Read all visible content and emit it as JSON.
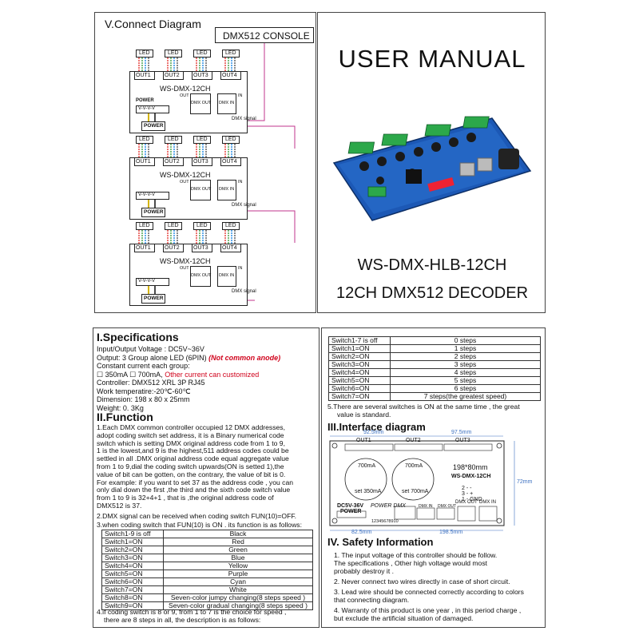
{
  "top_left": {
    "title": "V.Connect Diagram",
    "console": "DMX512 CONSOLE",
    "units": [
      {
        "led": [
          "LED",
          "LED",
          "LED",
          "LED"
        ],
        "outs": [
          "OUT1",
          "OUT2",
          "OUT3",
          "OUT4"
        ],
        "model": "WS-DMX-12CH",
        "power_label": "POWER",
        "power_btn": "POWER",
        "out": "OUT",
        "dmx_out": "DMX OUT",
        "dmx_in": "DMX IN",
        "in": "IN",
        "signal": "DMX  signal",
        "vterm": "V-V-V-V"
      },
      {
        "led": [
          "LED",
          "LED",
          "LED",
          "LED"
        ],
        "outs": [
          "OUT1",
          "OUT2",
          "OUT3",
          "OUT4"
        ],
        "model": "WS-DMX-12CH",
        "power_label": "",
        "power_btn": "POWER",
        "out": "OUT",
        "dmx_out": "DMX OUT",
        "dmx_in": "DMX IN",
        "in": "IN",
        "signal": "DMX  signal",
        "vterm": "V-V-V-V"
      },
      {
        "led": [
          "LED",
          "LED",
          "LED",
          "LED"
        ],
        "outs": [
          "OUT1",
          "OUT2",
          "OUT3",
          "OUT4"
        ],
        "model": "WS-DMX-12CH",
        "power_label": "",
        "power_btn": "POWER",
        "out": "OUT",
        "dmx_out": "DMX OUT",
        "dmx_in": "DMX IN",
        "in": "IN",
        "signal": "DMX  signal",
        "vterm": "V-V-V-V"
      }
    ]
  },
  "top_right": {
    "title": "USER MANUAL",
    "model": "WS-DMX-HLB-12CH",
    "subtitle": "12CH DMX512 DECODER"
  },
  "spec": {
    "heading": "I.Specifications",
    "lines": [
      "Input/Output Voltage : DC5V~36V",
      "Output: 3 Group alone  LED (6PIN) ",
      "Constant current  each group:",
      "☐ 350mA ☐ 700mA, ",
      "Controller: DMX512 XRL 3P  RJ45",
      "Work temperatire:-20℃-60℃",
      "Dimension: 198 x 80 x 25mm",
      "Weight: 0. 3Kg"
    ],
    "not_common": "(Not common anode)",
    "other_current": "Other current can customized"
  },
  "function": {
    "heading": "II.Function",
    "p1": [
      "1.Each DMX common controller occupied 12 DMX addresses,",
      "adopt coding switch set address, it is a Binary numerical code",
      "switch which is setting DMX original address code from 1 to 9,",
      "1 is the lowest,and 9 is the highest,511 address codes  could be",
      "settled  in all .DMX original address code equal aggregate value",
      "from 1 to 9,dial the coding switch upwards(ON is setted 1),the",
      "value of bit can be  gotten, on the contrary, the value of bit is 0.",
      "For example: if you want to set 37 as the address code , you can",
      "only dial down the first ,the third and the  sixth code switch value",
      "from 1 to 9 is 32+4+1  , that is ,the original address  code of",
      "DMX512 is 37."
    ],
    "p2": "2.DMX signal can be received when coding switch FUN(10)=OFF.",
    "p3": "3.when coding switch that FUN(10) is ON . its function is as follows:",
    "table1": [
      [
        "Switch1-9 is off",
        "Black"
      ],
      [
        "Switch1=ON",
        "Red"
      ],
      [
        "Switch2=ON",
        "Green"
      ],
      [
        "Switch3=ON",
        "Blue"
      ],
      [
        "Switch4=ON",
        "Yellow"
      ],
      [
        "Switch5=ON",
        "Purple"
      ],
      [
        "Switch6=ON",
        "Cyan"
      ],
      [
        "Switch7=ON",
        "White"
      ],
      [
        "Switch8=ON",
        "Seven-color jumpy changing(8 steps speed )"
      ],
      [
        "Switch9=ON",
        "Seven-color gradual changing(8 steps speed )"
      ]
    ],
    "p4a": "4.if coding switch is 8 or 9,  from 1 to 7 is the choice for speed ,",
    "p4b": "there are 8 steps in all, the description is as follows:"
  },
  "speed": {
    "table2": [
      [
        "Switch1-7 is off",
        "0 steps"
      ],
      [
        "Switch1=ON",
        "1 steps"
      ],
      [
        "Switch2=ON",
        "2 steps"
      ],
      [
        "Switch3=ON",
        "3 steps"
      ],
      [
        "Switch4=ON",
        "4 steps"
      ],
      [
        "Switch5=ON",
        "5 steps"
      ],
      [
        "Switch6=ON",
        "6 steps"
      ],
      [
        "Switch7=ON",
        "7 steps(the greatest speed)"
      ]
    ],
    "p5a": "5.There are several switches is ON at the same time , the great",
    "p5b": "value is standard."
  },
  "interface": {
    "heading": "III.Interface diagram",
    "dim_top1": "92.5mm",
    "dim_top2": "97.5mm",
    "dim_bottom1": "82.5mm",
    "dim_bottom2": "198.5mm",
    "dim_right": "72mm",
    "out1": "OUT1",
    "out2": "OUT2",
    "out3": "OUT3",
    "size": "198*80mm",
    "model": "WS-DMX-12CH",
    "ma700": "700mA",
    "set350": "set 350mA",
    "set700": "set 700mA",
    "power": "DC5V-36V",
    "power2": "POWER",
    "power_dmx": "POWER DMX",
    "dipnums": "12345678910",
    "dmx_in_small": "DMX IN",
    "dmx_out_small": "DMX OUT",
    "dmx_out": "DMX OUT",
    "dmx_in": "DMX IN",
    "legend": [
      "2 - -",
      "3 - +",
      "1 - GND"
    ]
  },
  "safety": {
    "heading": "IV. Safety Information",
    "items": [
      [
        "1. The input voltage of this controller should be follow.",
        "The specifications , Other high voltage would most",
        "probably destroy it ."
      ],
      [
        "2. Never connect two wires directly in case of short circuit."
      ],
      [
        "3. Lead wire should be connected correctly according to colors",
        "that connecting diagram."
      ],
      [
        "4. Warranty of this product is one year , in this period charge ,",
        "but exclude the artificial situation of damaged."
      ]
    ]
  },
  "colors": {
    "pink": "#c0368c",
    "green": "#1e9a3a",
    "blue": "#1a4aa8",
    "red": "#d0021b"
  }
}
